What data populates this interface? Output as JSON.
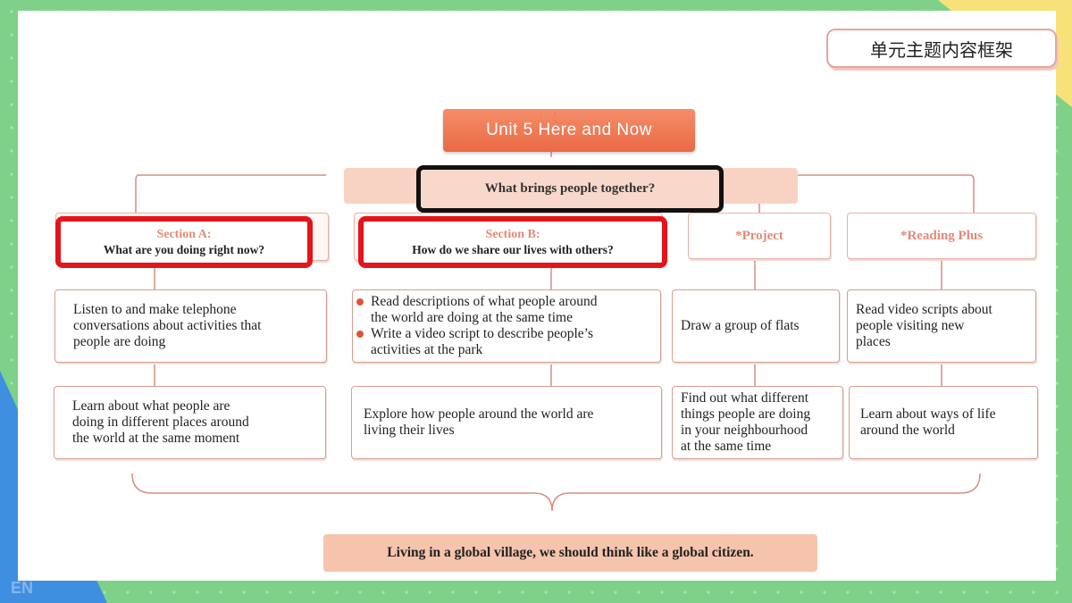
{
  "frame_title": "单元主题内容框架",
  "unit_title": "Unit 5   Here and Now",
  "big_question": "What brings people together?",
  "columns": [
    {
      "heading": "Section A:",
      "subheading": "What are you doing right now?",
      "row1": [
        "Listen to and make telephone",
        "conversations about activities that",
        "people are doing"
      ],
      "row2": [
        "Learn about what people are",
        "doing in different places around",
        "the world at the same moment"
      ]
    },
    {
      "heading": "Section B:",
      "subheading": "How do we share our lives with others?",
      "row1_items": [
        [
          "Read descriptions of what people around",
          "the world are doing at the same time"
        ],
        [
          "Write a video script to describe people’s",
          "activities at the park"
        ]
      ],
      "row2": [
        "Explore how people around the world are",
        "living their lives"
      ]
    },
    {
      "heading": "*Project",
      "row1": [
        "Draw a group of flats"
      ],
      "row2": [
        "Find out what different",
        "things people are doing",
        "in your neighbourhood",
        "at the same time"
      ]
    },
    {
      "heading": "*Reading Plus",
      "row1": [
        "Read video scripts about",
        "people visiting new",
        "places"
      ],
      "row2": [
        "Learn about ways of life",
        "around the world"
      ]
    }
  ],
  "conclusion": "Living in a global village, we should think like a global citizen.",
  "watermark": "EN",
  "colors": {
    "accent_orange": "#ea6a45",
    "highlight_red": "#e4151a",
    "highlight_black": "#111111",
    "peach": "#f8d3c3"
  }
}
